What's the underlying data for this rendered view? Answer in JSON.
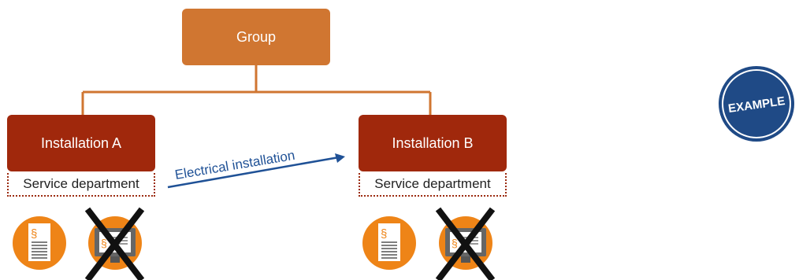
{
  "diagram": {
    "group_label": "Group",
    "installation_a_label": "Installation A",
    "installation_b_label": "Installation B",
    "service_a_label": "Service department",
    "service_b_label": "Service department",
    "arrow_label": "Electrical installation",
    "badge_label": "EXAMPLE",
    "document_symbol": "§",
    "colors": {
      "group": "#D07631",
      "installation": "#A0280C",
      "connector": "#D07631",
      "arrow": "#1F5196",
      "icon_circle": "#EE8417",
      "badge": "#1F4A86"
    },
    "icons": {
      "doc": "legal-document-icon",
      "monitor": "crossed-out-monitor-icon"
    }
  }
}
